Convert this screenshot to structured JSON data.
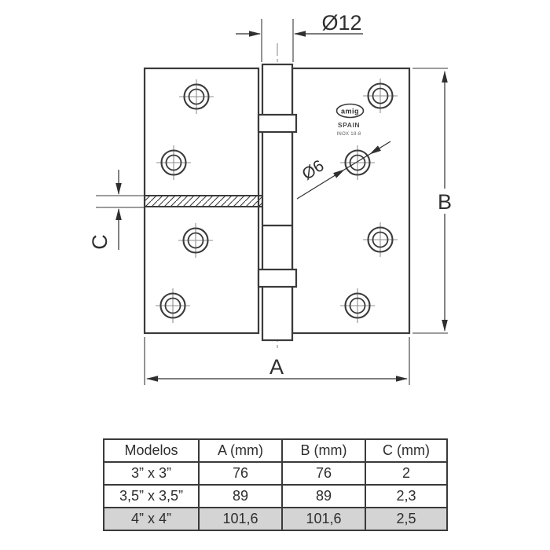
{
  "drawing": {
    "dimensions": {
      "pin_diameter": "Ø12",
      "hole_diameter": "Ø6",
      "width": "A",
      "height": "B",
      "thickness": "C"
    },
    "logo": {
      "brand": "amig",
      "country": "SPAIN",
      "material": "INOX 18-8"
    }
  },
  "table": {
    "headers": [
      "Modelos",
      "A (mm)",
      "B (mm)",
      "C (mm)"
    ],
    "rows": [
      {
        "model": "3” x 3”",
        "a": "76",
        "b": "76",
        "c": "2"
      },
      {
        "model": "3,5” x 3,5”",
        "a": "89",
        "b": "89",
        "c": "2,3"
      },
      {
        "model": "4” x 4”",
        "a": "101,6",
        "b": "101,6",
        "c": "2,5"
      }
    ],
    "highlighted_row_index": 2
  },
  "colors": {
    "line": "#3a3a3a",
    "centerline": "#8f8f8f",
    "row_highlight": "#d4d4d4",
    "background": "#ffffff"
  }
}
